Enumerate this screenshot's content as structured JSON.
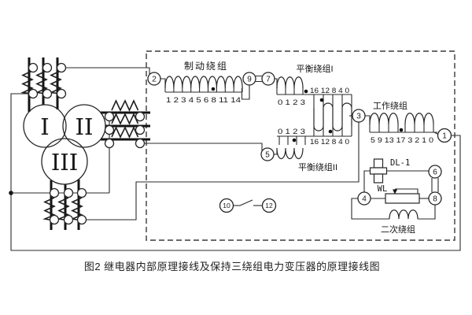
{
  "figure": {
    "caption": "图2 继电器内部原理接线及保持三绕组电力变压器的原理接线图"
  },
  "transformer": {
    "winding_1": "I",
    "winding_2": "II",
    "winding_3": "III"
  },
  "relay_box": {
    "braking_winding": {
      "label": "制动绕组",
      "taps": "1 2 3 4 5 6 8 11 14"
    },
    "balance_winding_1": {
      "label": "平衡绕组I",
      "taps": "0 1 2 3"
    },
    "balance_winding_2": {
      "label": "平衡绕组II",
      "taps": "0 1 2 3"
    },
    "middle_winding": {
      "taps_top": "16 12 8 4 0",
      "taps_bottom": "16 12 8 4 0"
    },
    "working_winding": {
      "label": "工作绕组",
      "taps": "5 9 13 17 3 2 1 0"
    },
    "secondary_winding": {
      "label": "二次绕组"
    },
    "relay_element": {
      "label": "DL-1"
    },
    "rheostat": {
      "label": "WL"
    },
    "terminals": {
      "t1": "1",
      "t2": "2",
      "t3": "3",
      "t4": "4",
      "t5": "5",
      "t6": "6",
      "t7": "7",
      "t8": "8",
      "t9": "9",
      "t10": "10",
      "t12": "12"
    }
  }
}
